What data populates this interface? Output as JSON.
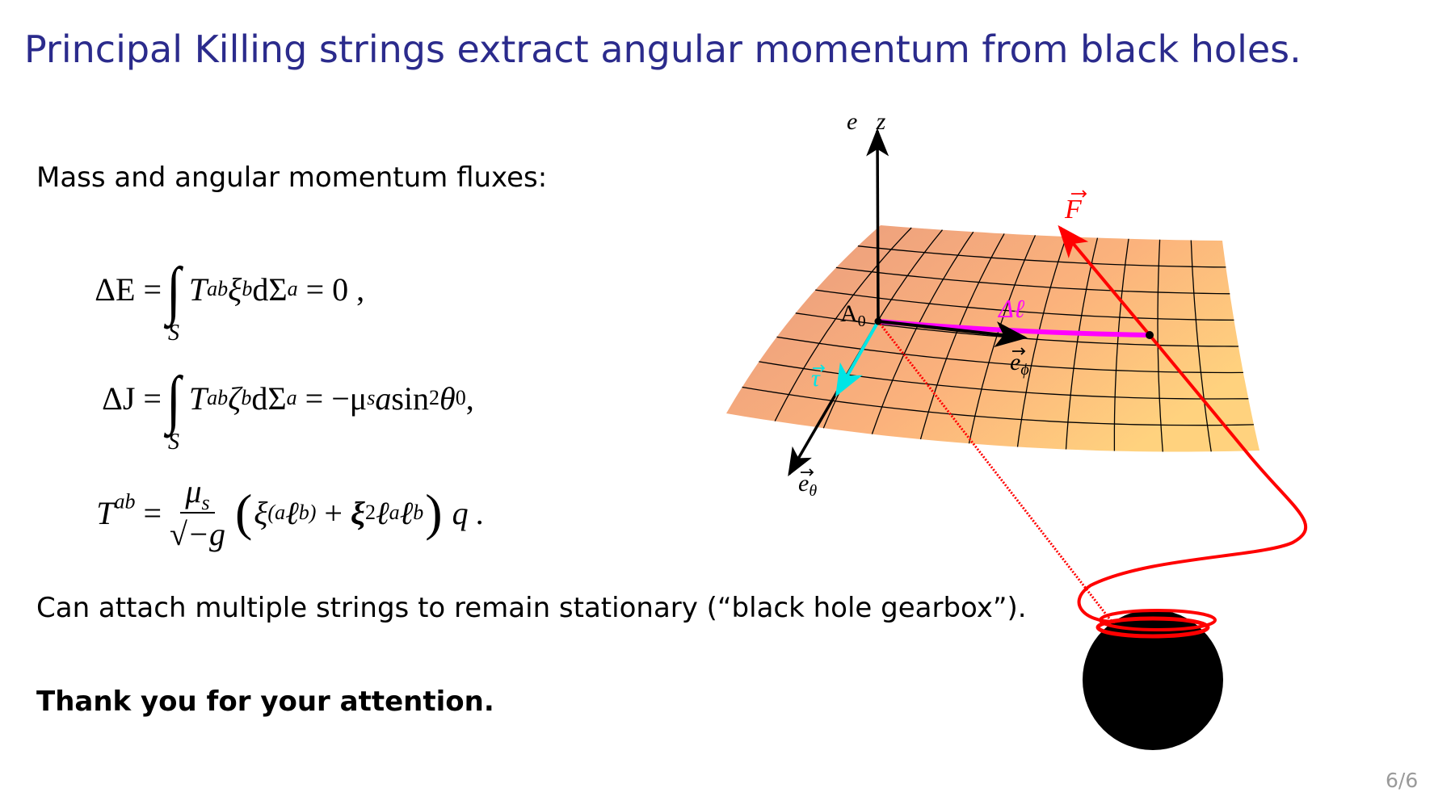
{
  "title": "Principal Killing strings extract angular momentum from black holes.",
  "intro": "Mass and angular momentum fluxes:",
  "equations": {
    "e1": {
      "lhs": "ΔE =",
      "int": "∫",
      "lim": "S",
      "T": "T",
      "Tsup": "ab",
      "vec": "ξ",
      "vecsub": "b",
      "dS": "dΣ",
      "dSsub": "a",
      "rhs": "= 0 ,"
    },
    "e2": {
      "lhs": "ΔJ =",
      "int": "∫",
      "lim": "S",
      "T": "T",
      "Tsup": "ab",
      "vec": "ζ",
      "vecsub": "b",
      "dS": "dΣ",
      "dSsub": "a",
      "rhs1": "= −μ",
      "rhs1sub": "s",
      "rhs2": "a",
      "rhs3": " sin",
      "rhs3sup": "2",
      "rhs4": " θ",
      "rhs4sub": "0",
      "rhs5": " ,"
    },
    "e3": {
      "lhs": "T",
      "lhssup": "ab",
      "eq": " =",
      "num": "μ",
      "numsub": "s",
      "den": "√−g",
      "lparen": "(",
      "xi": "ξ",
      "xisup": "(a",
      "ell1": "ℓ",
      "ell1sup": "b)",
      "plus": " + ",
      "bxi": "ξ",
      "bxisup": "2",
      "ell2": "ℓ",
      "ell2sup": "a",
      "ell3": "ℓ",
      "ell3sup": "b",
      "rparen": ")",
      "tail": " q ."
    }
  },
  "remark": "Can attach multiple strings to remain stationary (“black hole gearbox”).",
  "thanks": "Thank you for your attention.",
  "page_number": "6/6",
  "figure": {
    "labels": {
      "ez": "e⃗z",
      "ez_base": "e",
      "ez_sub": "z",
      "F": "F",
      "A0": "A",
      "A0_sub": "0",
      "dl": "Δℓ",
      "ephi_base": "e",
      "ephi_sub": "ϕ",
      "tau": "τ",
      "etheta_base": "e",
      "etheta_sub": "θ"
    },
    "colors": {
      "surface_left": "#e89a7e",
      "surface_right": "#ffd27e",
      "force": "#ff0000",
      "delta_l": "#ff00ff",
      "tau": "#00e5e5",
      "black_hole": "#000000"
    }
  }
}
